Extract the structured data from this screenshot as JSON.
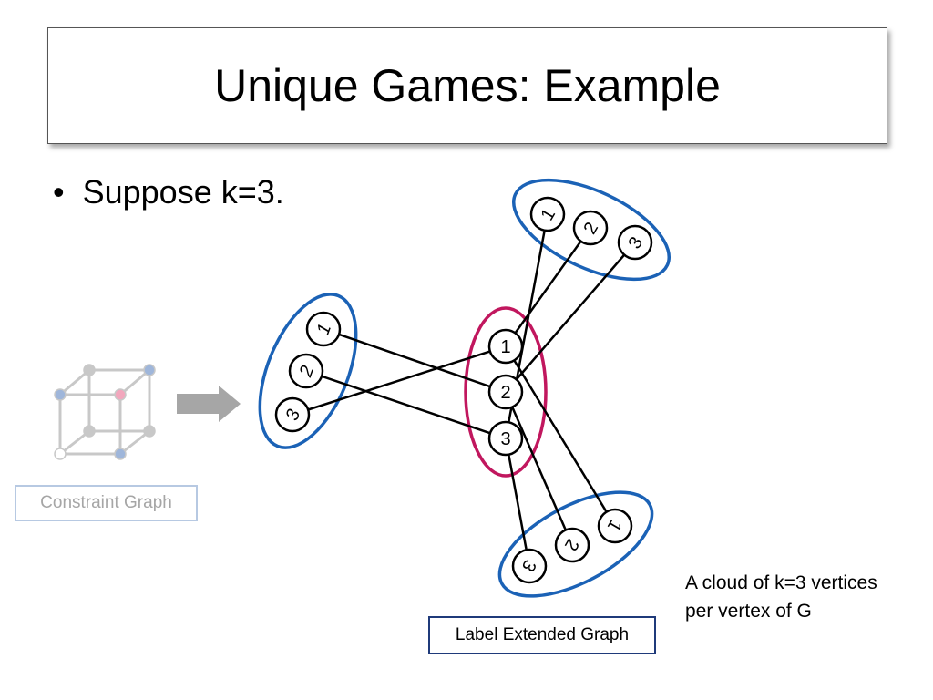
{
  "slide": {
    "title": "Unique Games: Example",
    "bullet": "Suppose k=3.",
    "bullet_marker": "•",
    "constraint_graph_label": "Constraint Graph",
    "label_extended_graph_label": "Label Extended Graph",
    "cloud_note_line1": "A cloud of k=3 vertices",
    "cloud_note_line2": "per vertex of G"
  },
  "colors": {
    "cloud_blue": "#1b62b6",
    "cloud_center": "#c1175e",
    "arrow_gray": "#a6a6a6",
    "cube_gray": "#c8c8c8",
    "cube_blue": "#9fb6da",
    "cube_pink": "#f2a7bd"
  },
  "clouds": [
    {
      "id": "left",
      "vertex_labels": [
        "1",
        "2",
        "3"
      ],
      "italic": true
    },
    {
      "id": "center",
      "vertex_labels": [
        "1",
        "2",
        "3"
      ],
      "italic": false
    },
    {
      "id": "top-right",
      "vertex_labels": [
        "1",
        "2",
        "3"
      ],
      "italic": false
    },
    {
      "id": "bottom-right",
      "vertex_labels": [
        "1",
        "2",
        "3"
      ],
      "italic": false
    }
  ],
  "edges": [
    {
      "from": "left.1",
      "to": "center.2"
    },
    {
      "from": "left.2",
      "to": "center.3"
    },
    {
      "from": "left.3",
      "to": "center.1"
    },
    {
      "from": "center.1",
      "to": "top-right.2"
    },
    {
      "from": "center.2",
      "to": "top-right.3"
    },
    {
      "from": "center.3",
      "to": "top-right.1"
    },
    {
      "from": "center.1",
      "to": "bottom-right.1"
    },
    {
      "from": "center.2",
      "to": "bottom-right.2"
    },
    {
      "from": "center.3",
      "to": "bottom-right.3"
    }
  ]
}
